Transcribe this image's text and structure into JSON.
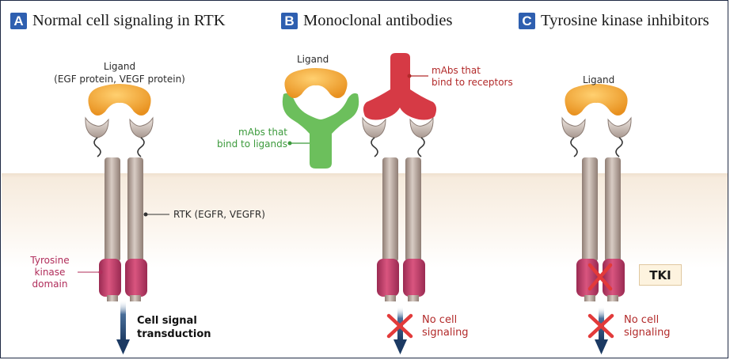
{
  "panels": {
    "a": {
      "badge": "A",
      "title": "Normal cell signaling in RTK"
    },
    "b": {
      "badge": "B",
      "title": "Monoclonal antibodies"
    },
    "c": {
      "badge": "C",
      "title": "Tyrosine kinase inhibitors"
    }
  },
  "labels": {
    "ligand_a": "Ligand",
    "ligand_a_sub": "(EGF protein, VEGF protein)",
    "ligand_b": "Ligand",
    "ligand_c": "Ligand",
    "mabs_ligands_1": "mAbs that",
    "mabs_ligands_2": "bind to ligands",
    "mabs_receptors_1": "mAbs that",
    "mabs_receptors_2": "bind to receptors",
    "rtk": "RTK (EGFR, VEGFR)",
    "tk_domain_1": "Tyrosine",
    "tk_domain_2": "kinase",
    "tk_domain_3": "domain",
    "signal_1": "Cell signal",
    "signal_2": "transduction",
    "no_signal_b_1": "No cell",
    "no_signal_b_2": "signaling",
    "no_signal_c_1": "No cell",
    "no_signal_c_2": "signaling",
    "tki": "TKI"
  },
  "colors": {
    "ligand": "#f0a030",
    "receptor": "#b5a49a",
    "kinase": "#c2406e",
    "antibody_green": "#6cbf5c",
    "antibody_red": "#d63a45",
    "cross": "#e23a3a",
    "arrow": "#1f3e66",
    "badge": "#2e5fb0"
  }
}
